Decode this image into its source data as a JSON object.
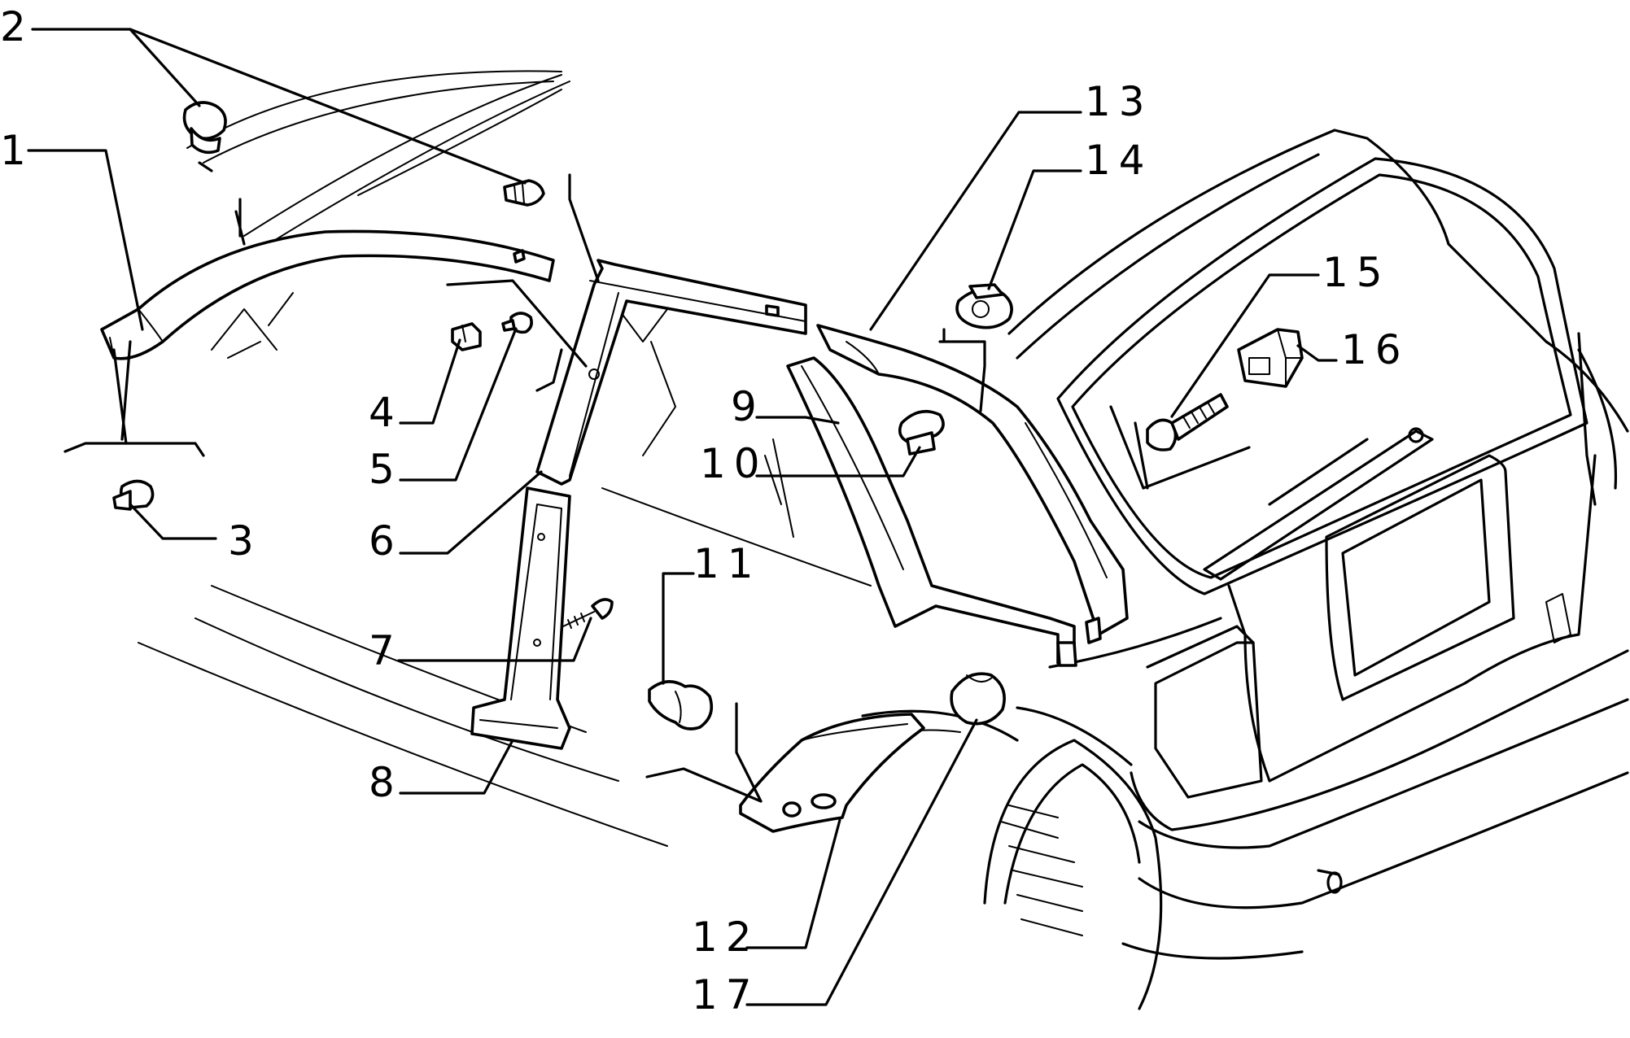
{
  "callouts": [
    {
      "id": "1",
      "label": "1"
    },
    {
      "id": "2",
      "label": "2"
    },
    {
      "id": "3",
      "label": "3"
    },
    {
      "id": "4",
      "label": "4"
    },
    {
      "id": "5",
      "label": "5"
    },
    {
      "id": "6",
      "label": "6"
    },
    {
      "id": "7",
      "label": "7"
    },
    {
      "id": "8",
      "label": "8"
    },
    {
      "id": "9",
      "label": "9"
    },
    {
      "id": "10",
      "label": "10"
    },
    {
      "id": "11",
      "label": "11"
    },
    {
      "id": "12",
      "label": "12"
    },
    {
      "id": "13",
      "label": "13"
    },
    {
      "id": "14",
      "label": "14"
    },
    {
      "id": "15",
      "label": "15"
    },
    {
      "id": "16",
      "label": "16"
    },
    {
      "id": "17",
      "label": "17"
    }
  ],
  "colors": {
    "ink": "#000000",
    "paper": "#ffffff"
  }
}
